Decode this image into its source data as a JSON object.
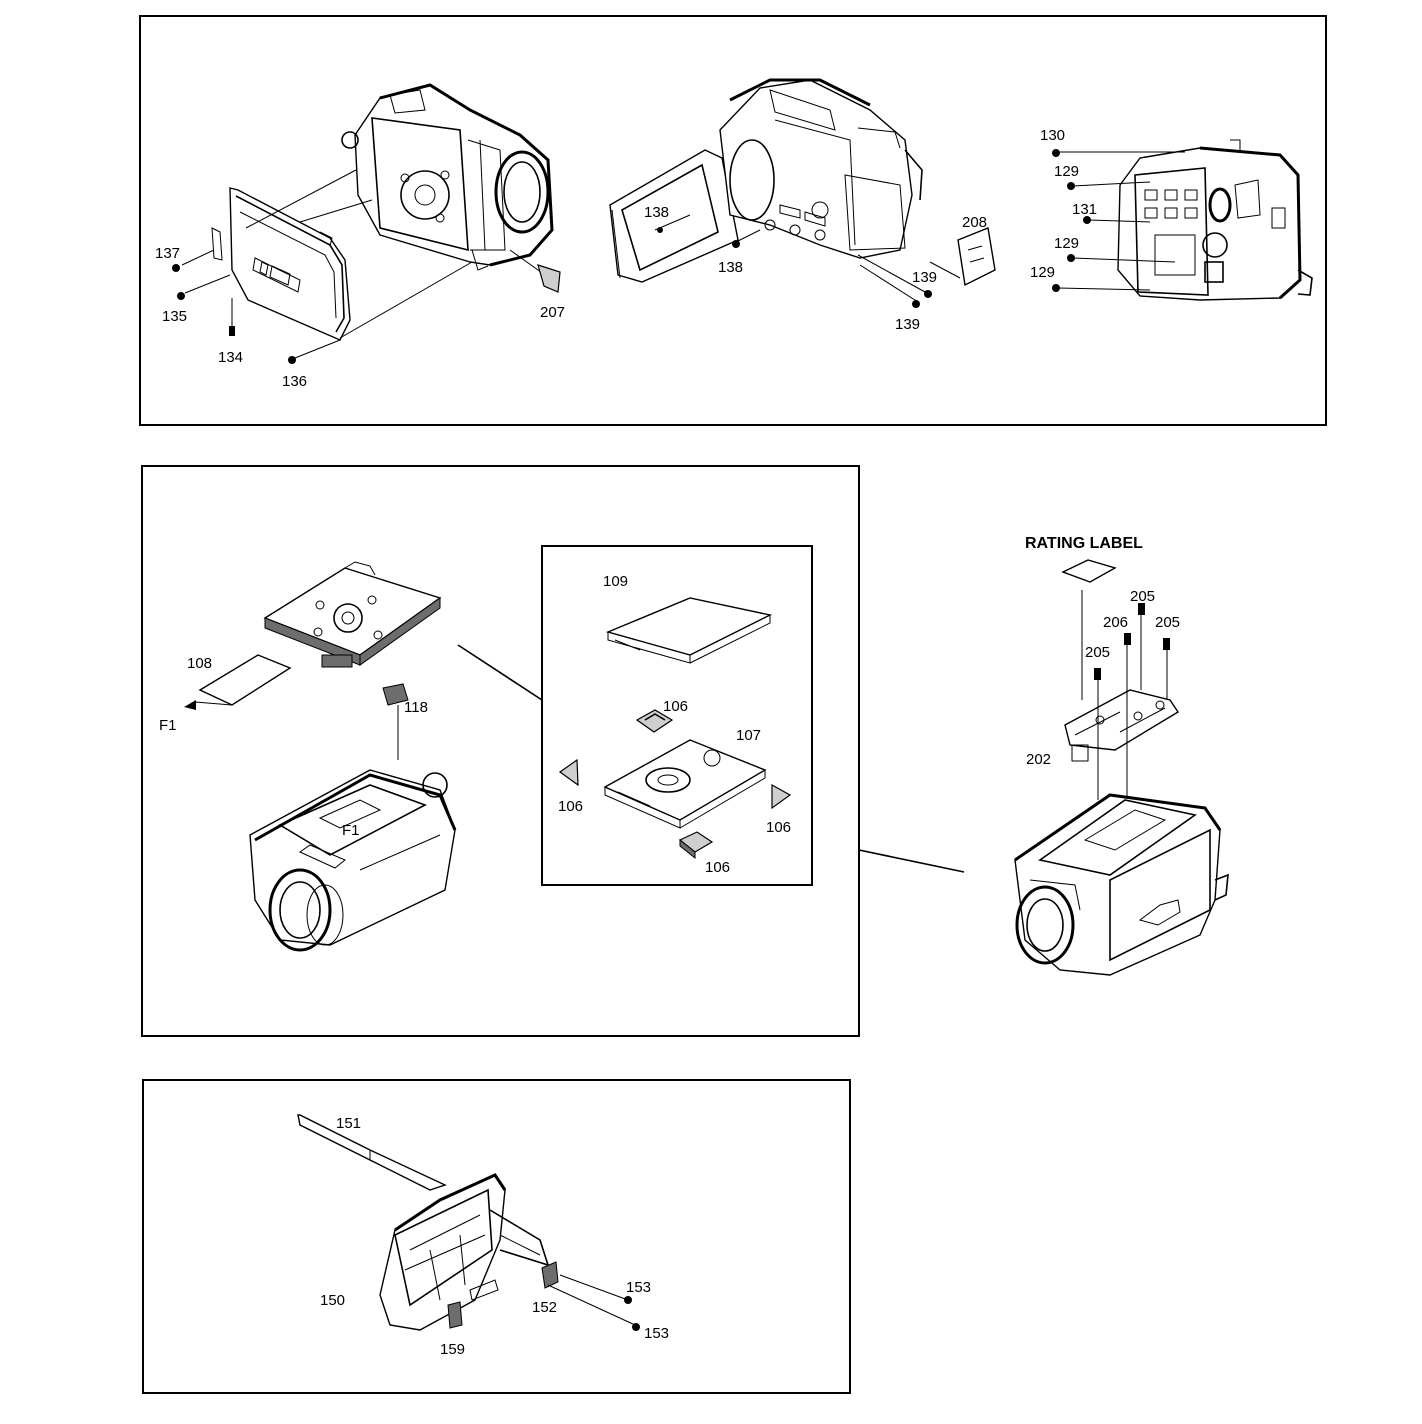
{
  "diagram": {
    "rating_label": "RATING LABEL",
    "panel_top": {
      "labels": {
        "l137": "137",
        "l135": "135",
        "l134": "134",
        "l136": "136",
        "l207": "207",
        "l138a": "138",
        "l138b": "138",
        "l208": "208",
        "l139a": "139",
        "l139b": "139",
        "l130": "130",
        "l129a": "129",
        "l131": "131",
        "l129b": "129",
        "l129c": "129"
      }
    },
    "panel_middle": {
      "labels": {
        "l108": "108",
        "lF1a": "F1",
        "l118": "118",
        "lF1b": "F1",
        "l109": "109",
        "l106a": "106",
        "l107": "107",
        "l106b": "106",
        "l106c": "106",
        "l106d": "106"
      }
    },
    "panel_right": {
      "labels": {
        "l205a": "205",
        "l206": "206",
        "l205b": "205",
        "l205c": "205",
        "l202": "202"
      }
    },
    "panel_bottom": {
      "labels": {
        "l151": "151",
        "l150": "150",
        "l152": "152",
        "l153a": "153",
        "l153b": "153",
        "l159": "159"
      }
    }
  }
}
